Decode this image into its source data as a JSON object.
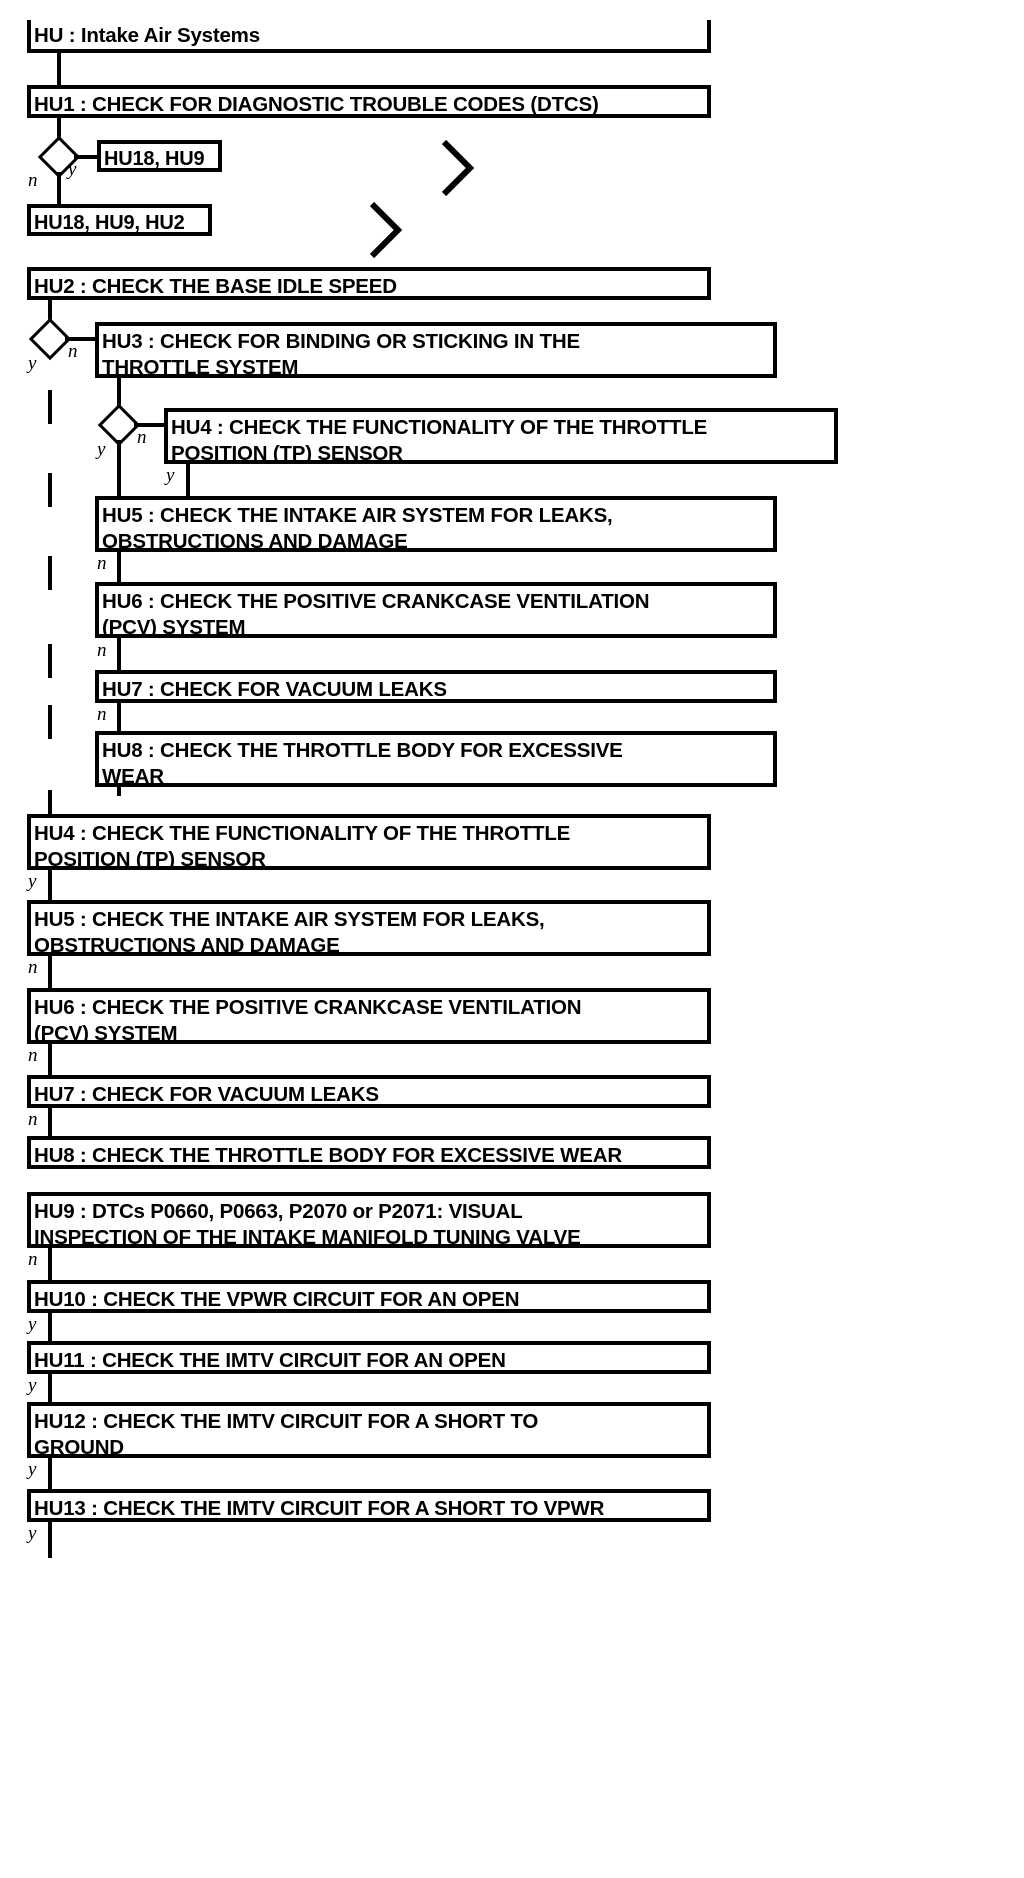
{
  "diagram": {
    "title": "HU : Intake Air Systems",
    "type": "flowchart",
    "colors": {
      "stroke": "#000000",
      "fill": "#ffffff",
      "text": "#000000"
    },
    "nodes": [
      {
        "id": "HU",
        "label": "HU : Intake Air Systems"
      },
      {
        "id": "HU1",
        "label": "HU1 : CHECK FOR DIAGNOSTIC TROUBLE CODES (DTCS)"
      },
      {
        "id": "REF1",
        "label": "HU18, HU9"
      },
      {
        "id": "REF2",
        "label": "HU18, HU9, HU2"
      },
      {
        "id": "HU2",
        "label": "HU2 : CHECK THE BASE IDLE SPEED"
      },
      {
        "id": "HU3",
        "label": "HU3 : CHECK FOR BINDING OR STICKING IN THE\nTHROTTLE SYSTEM"
      },
      {
        "id": "HU4a",
        "label": "HU4 : CHECK THE FUNCTIONALITY OF THE THROTTLE\nPOSITION (TP) SENSOR"
      },
      {
        "id": "HU5a",
        "label": "HU5 : CHECK THE INTAKE AIR SYSTEM FOR LEAKS,\nOBSTRUCTIONS AND DAMAGE"
      },
      {
        "id": "HU6a",
        "label": "HU6 : CHECK THE POSITIVE CRANKCASE VENTILATION\n(PCV) SYSTEM"
      },
      {
        "id": "HU7a",
        "label": "HU7 : CHECK FOR VACUUM LEAKS"
      },
      {
        "id": "HU8a",
        "label": "HU8 : CHECK THE THROTTLE BODY FOR EXCESSIVE\nWEAR"
      },
      {
        "id": "HU4b",
        "label": "HU4 : CHECK THE FUNCTIONALITY OF THE THROTTLE\nPOSITION (TP) SENSOR"
      },
      {
        "id": "HU5b",
        "label": "HU5 : CHECK THE INTAKE AIR SYSTEM FOR LEAKS,\nOBSTRUCTIONS AND DAMAGE"
      },
      {
        "id": "HU6b",
        "label": "HU6 : CHECK THE POSITIVE CRANKCASE VENTILATION\n(PCV) SYSTEM"
      },
      {
        "id": "HU7b",
        "label": "HU7 : CHECK FOR VACUUM LEAKS"
      },
      {
        "id": "HU8b",
        "label": "HU8 : CHECK THE THROTTLE BODY FOR EXCESSIVE WEAR"
      },
      {
        "id": "HU9",
        "label": "HU9 : DTCs P0660, P0663, P2070 or P2071: VISUAL\nINSPECTION OF THE INTAKE MANIFOLD TUNING VALVE"
      },
      {
        "id": "HU10",
        "label": "HU10 : CHECK THE VPWR CIRCUIT FOR AN OPEN"
      },
      {
        "id": "HU11",
        "label": "HU11 : CHECK THE IMTV CIRCUIT FOR AN OPEN"
      },
      {
        "id": "HU12",
        "label": "HU12 : CHECK THE IMTV CIRCUIT FOR A SHORT TO\nGROUND"
      },
      {
        "id": "HU13",
        "label": "HU13 : CHECK THE IMTV CIRCUIT FOR A SHORT TO VPWR"
      }
    ],
    "edge_labels": {
      "d1_n": "n",
      "d1_y": "y",
      "d2_y": "y",
      "d2_n": "n",
      "d3_y": "y",
      "d3_n": "n",
      "hu4a_y": "y",
      "hu5a_n": "n",
      "hu6a_n": "n",
      "hu7a_n": "n",
      "hu4b_y": "y",
      "hu5b_n": "n",
      "hu6b_n": "n",
      "hu7b_n": "n",
      "hu9_n": "n",
      "hu10_y": "y",
      "hu11_y": "y",
      "hu12_y": "y",
      "hu13_y": "y"
    },
    "markers": [
      {
        "name": "chevron-marker-1"
      },
      {
        "name": "chevron-marker-2"
      }
    ]
  }
}
